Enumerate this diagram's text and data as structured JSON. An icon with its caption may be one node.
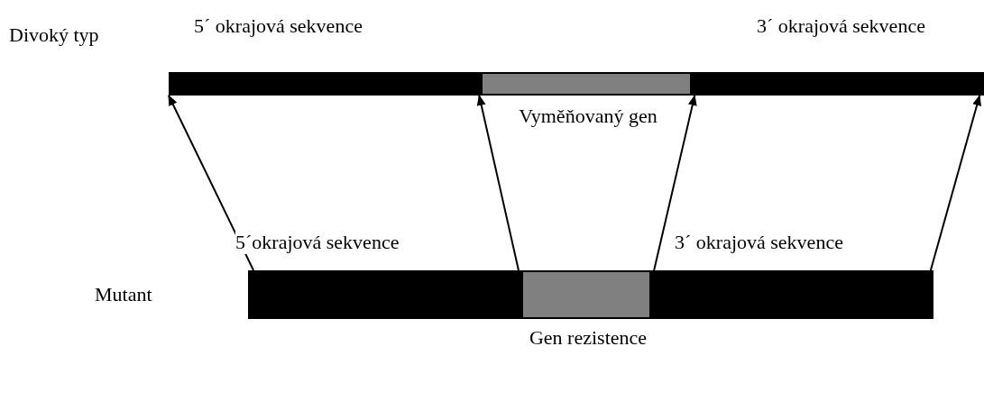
{
  "diagram": {
    "nodes": [
      {
        "text": [
          "5´ okrajová sekvence"
        ]
      },
      {
        "text": [
          "Vyměňovaný gen"
        ]
      },
      {
        "text": [
          "3´ okrajová sekvence"
        ]
      },
      {
        "text": [
          "5´okrajová sekvence"
        ]
      },
      {
        "text": [
          "Gen rezistence"
        ]
      },
      {
        "text": [
          "3´ okrajová sekvence"
        ]
      }
    ],
    "edges": [
      {
        "from": 3,
        "to": 0,
        "arrow": "to"
      },
      {
        "from": 3,
        "to": 0,
        "arrow": "to"
      },
      {
        "from": 5,
        "to": 2,
        "arrow": "to"
      },
      {
        "from": 5,
        "to": 2,
        "arrow": "to"
      }
    ],
    "labels": [
      "Divoký typ",
      "Mutant"
    ]
  }
}
